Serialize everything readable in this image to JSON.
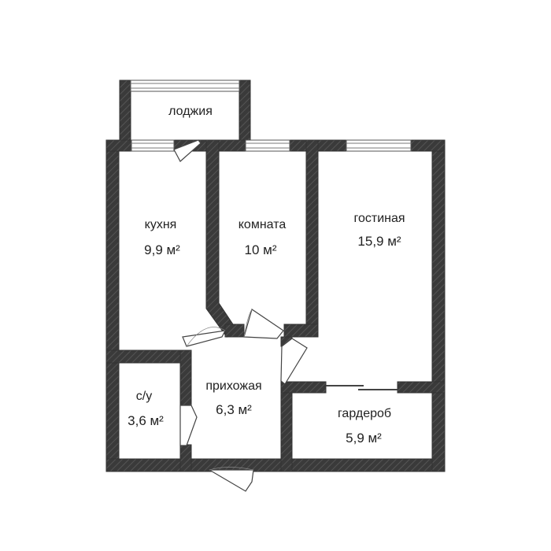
{
  "rooms": {
    "loggia": {
      "name": "лоджия"
    },
    "kitchen": {
      "name": "кухня",
      "area": "9,9 м²"
    },
    "room": {
      "name": "комната",
      "area": "10 м²"
    },
    "living": {
      "name": "гостиная",
      "area": "15,9 м²"
    },
    "bathroom": {
      "name": "с/у",
      "area": "3,6 м²"
    },
    "hallway": {
      "name": "прихожая",
      "area": "6,3 м²"
    },
    "wardrobe": {
      "name": "гардероб",
      "area": "5,9 м²"
    }
  },
  "colors": {
    "wall_fill": "#3a3a3a",
    "wall_hatch": "#5a5a5a"
  }
}
